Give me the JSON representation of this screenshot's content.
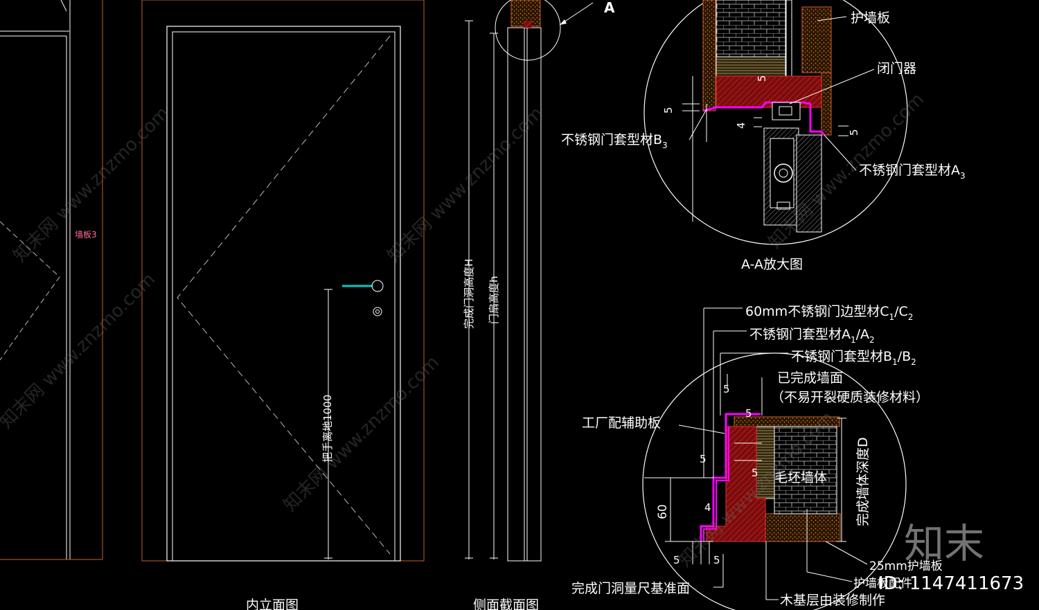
{
  "colors": {
    "background": "#000000",
    "line": "#ffffff",
    "frame": "#c8602a",
    "steel": "#ff00ff",
    "wood": "#d02020",
    "dim": "#ffffff",
    "handle": "#00c8c8",
    "pink": "#ff6b9a"
  },
  "views": {
    "interior_elevation": "内立面图",
    "side_section": "侧面截面图",
    "detail_aa": "A-A放大图",
    "callout_a": "A"
  },
  "left_panel": {
    "wall_tag": "墙板3"
  },
  "elevation": {
    "handle_height": "把手离地1000"
  },
  "section": {
    "opening_height": "完成门洞高度H",
    "leaf_height": "门扇高度h"
  },
  "detail_top": {
    "wall_guard": "护墙板",
    "door_closer": "闭门器",
    "profile_b3_main": "不锈钢门套型材B",
    "profile_b3_sub": "3",
    "profile_a3_main": "不锈钢门套型材A",
    "profile_a3_sub": "3",
    "dims": [
      "5",
      "5",
      "4",
      "5"
    ]
  },
  "detail_bottom": {
    "edge_profile_main": "60mm不锈钢门边型材C",
    "edge_profile_s1": "1",
    "edge_profile_sep": "/C",
    "edge_profile_s2": "2",
    "frame_a_main": "不锈钢门套型材A",
    "frame_a_s1": "1",
    "frame_a_sep": "/A",
    "frame_a_s2": "2",
    "frame_b_main": "不锈钢门套型材B",
    "frame_b_s1": "1",
    "frame_b_sep": "/B",
    "frame_b_s2": "2",
    "finished_wall": "已完成墙面",
    "finished_wall_note": "（不易开裂硬质装修材料）",
    "aux_board": "工厂配辅助板",
    "rough_wall": "毛坯墙体",
    "wall_depth": "完成墙体深度D",
    "guard_25": "25mm护墙板",
    "guard_fix": "护墙板配件",
    "reference": "完成门洞量尺基准面",
    "wood_base": "木基层由装修制作",
    "dims": [
      "5",
      "5",
      "5",
      "4",
      "60",
      "5",
      "5",
      "5"
    ]
  },
  "brand": {
    "logo": "知末",
    "id": "ID: 1147411673",
    "watermark": "知末网 www.znzmo.com"
  }
}
